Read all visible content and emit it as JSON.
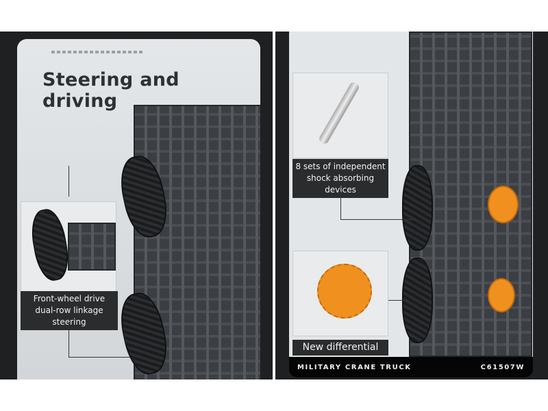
{
  "left_panel": {
    "title": "Steering and driving",
    "callout": [
      "Front-wheel drive",
      "dual-row linkage steering"
    ]
  },
  "right_panel": {
    "callout_top": [
      "8 sets of independent",
      "shock absorbing devices"
    ],
    "callout_bottom": "New differential",
    "footer": {
      "name": "MILITARY CRANE TRUCK",
      "code": "C61507W"
    }
  }
}
